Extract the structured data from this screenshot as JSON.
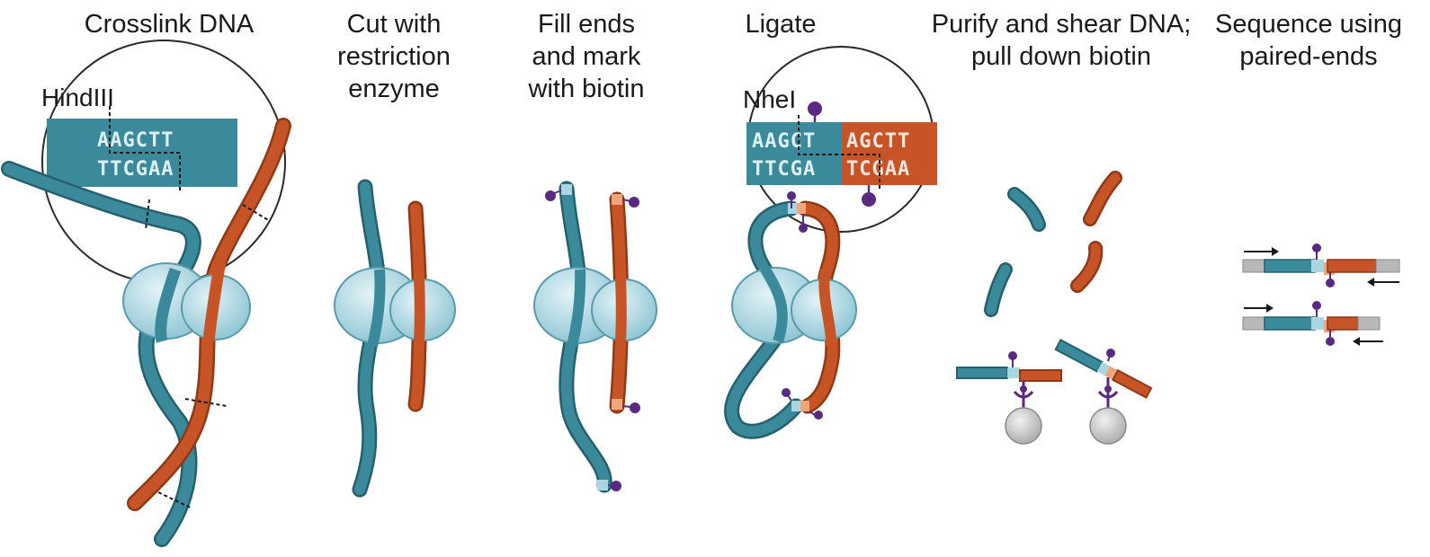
{
  "steps": [
    {
      "id": "crosslink",
      "title_lines": [
        "Crosslink DNA"
      ]
    },
    {
      "id": "cut",
      "title_lines": [
        "Cut with",
        "restriction",
        "enzyme"
      ]
    },
    {
      "id": "fill",
      "title_lines": [
        "Fill ends",
        "and mark",
        "with biotin"
      ]
    },
    {
      "id": "ligate",
      "title_lines": [
        "Ligate"
      ]
    },
    {
      "id": "purify",
      "title_lines": [
        "Purify and shear DNA;",
        "pull down biotin"
      ]
    },
    {
      "id": "sequence",
      "title_lines": [
        "Sequence using",
        "paired-ends"
      ]
    }
  ],
  "labels": {
    "enzyme1": "HindIII",
    "enzyme2": "NheI"
  },
  "sequences": {
    "hind_top": "AAGCTT",
    "hind_bottom": "TTCGAA",
    "nhe_left_top": "AAGCT",
    "nhe_left_bottom": "TTCGA",
    "nhe_right_top": "AGCTT",
    "nhe_right_bottom": "TCGAA"
  },
  "colors": {
    "blue_strand": "#3b8a9c",
    "orange_strand": "#c75426",
    "light_blue": "#a9d6e0",
    "light_orange": "#f2a47b",
    "protein": "#a9d6e0",
    "biotin": "#5a2a83",
    "bead": "#c8c8c8",
    "grey_adapter": "#b8b8b8"
  }
}
